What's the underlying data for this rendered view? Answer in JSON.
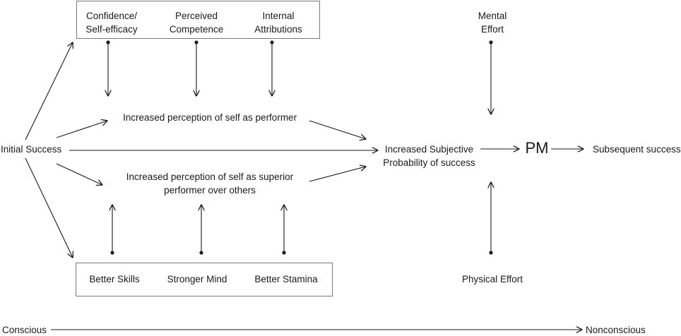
{
  "top_factors": {
    "confidence_l1": "Confidence/",
    "confidence_l2": "Self-efficacy",
    "competence_l1": "Perceived",
    "competence_l2": "Competence",
    "attributions_l1": "Internal",
    "attributions_l2": "Attributions"
  },
  "bottom_factors": {
    "skills": "Better Skills",
    "mind": "Stronger Mind",
    "stamina": "Better Stamina"
  },
  "mental_effort": {
    "l1": "Mental",
    "l2": "Effort"
  },
  "physical_effort": "Physical Effort",
  "initial_success": "Initial Success",
  "perception_performer": "Increased perception of self as performer",
  "perception_superior": {
    "l1": "Increased perception of self as superior",
    "l2": "performer over others"
  },
  "subjective_probability": {
    "l1": "Increased Subjective",
    "l2": "Probability of success"
  },
  "pm": "PM",
  "subsequent_success": "Subsequent success",
  "axis": {
    "left": "Conscious",
    "right": "Nonconscious"
  },
  "colors": {
    "line": "#1a1a1a",
    "box_border": "#7a7a7a",
    "text": "#1a1a1a"
  }
}
